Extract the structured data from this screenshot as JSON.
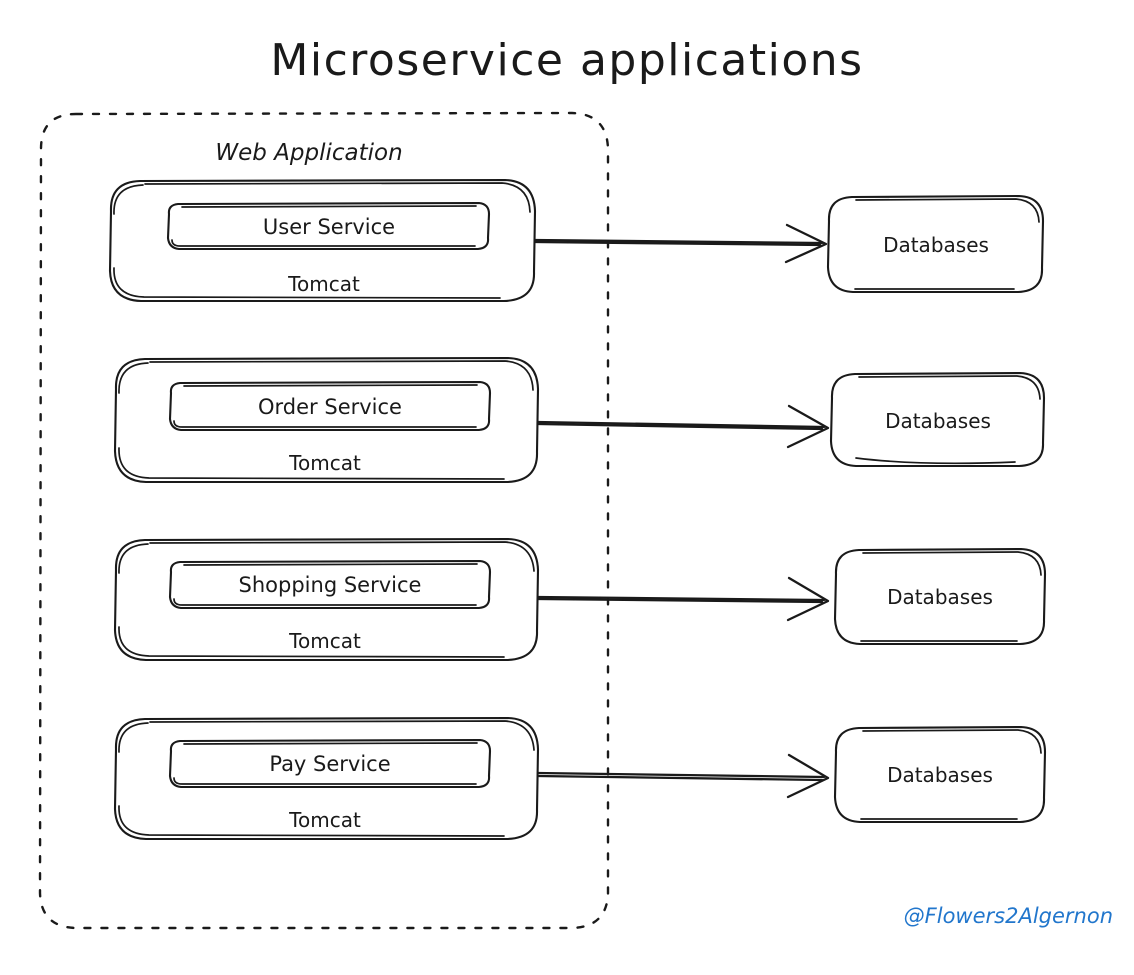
{
  "diagram": {
    "title": "Microservice applications",
    "style": "hand-drawn sketch",
    "stroke_color": "#1a1a1a",
    "background_color": "#ffffff",
    "accent_color": "#2176cc"
  },
  "group": {
    "label": "Web Application",
    "border": "dashed",
    "name": "web-application-boundary"
  },
  "rows": [
    {
      "service": "User Service",
      "runtime": "Tomcat",
      "target": "Databases",
      "connector": "arrow-right"
    },
    {
      "service": "Order Service",
      "runtime": "Tomcat",
      "target": "Databases",
      "connector": "arrow-right"
    },
    {
      "service": "Shopping Service",
      "runtime": "Tomcat",
      "target": "Databases",
      "connector": "arrow-right"
    },
    {
      "service": "Pay Service",
      "runtime": "Tomcat",
      "target": "Databases",
      "connector": "arrow-right"
    }
  ],
  "watermark": {
    "text": "@Flowers2Algernon",
    "color": "#2176cc"
  }
}
